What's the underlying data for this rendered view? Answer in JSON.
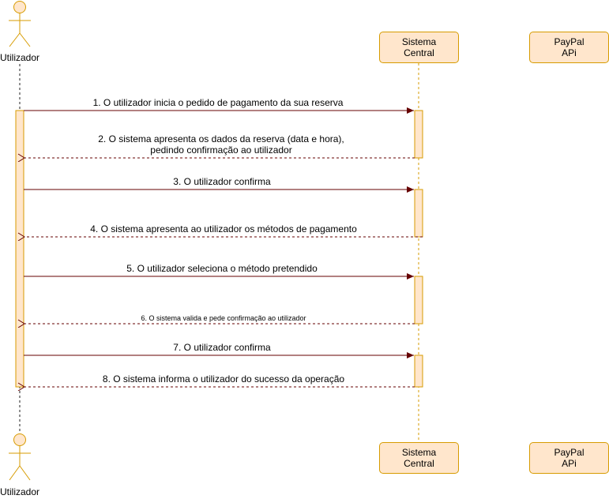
{
  "colors": {
    "participant_fill": "#ffe6cc",
    "participant_stroke": "#d79b00",
    "message_stroke": "#660000",
    "lifeline_stroke": "#d79b00",
    "actor_lifeline": "#555555"
  },
  "actor": {
    "name_top": "Utilizador",
    "name_bottom": "Utilizador"
  },
  "participants": {
    "central_top": "Sistema\nCentral",
    "central_bottom": "Sistema\nCentral",
    "paypal_top": "PayPal\nAPi",
    "paypal_bottom": "PayPal\nAPi"
  },
  "messages": [
    {
      "text": "1. O utilizador inicia o pedido de pagamento da sua reserva",
      "kind": "call"
    },
    {
      "text": "2. O sistema apresenta os dados da reserva (data e hora),\npedindo confirmação ao utilizador",
      "kind": "return"
    },
    {
      "text": "3. O utilizador confirma",
      "kind": "call"
    },
    {
      "text": "4. O sistema apresenta ao utilizador os métodos de pagamento",
      "kind": "return"
    },
    {
      "text": "5. O utilizador seleciona o método pretendido",
      "kind": "call"
    },
    {
      "text": "6. O sistema valida e pede confirmação ao utilizador",
      "kind": "return"
    },
    {
      "text": "7. O utilizador confirma",
      "kind": "call"
    },
    {
      "text": "8. O sistema informa o utilizador do sucesso da operação",
      "kind": "return"
    }
  ]
}
